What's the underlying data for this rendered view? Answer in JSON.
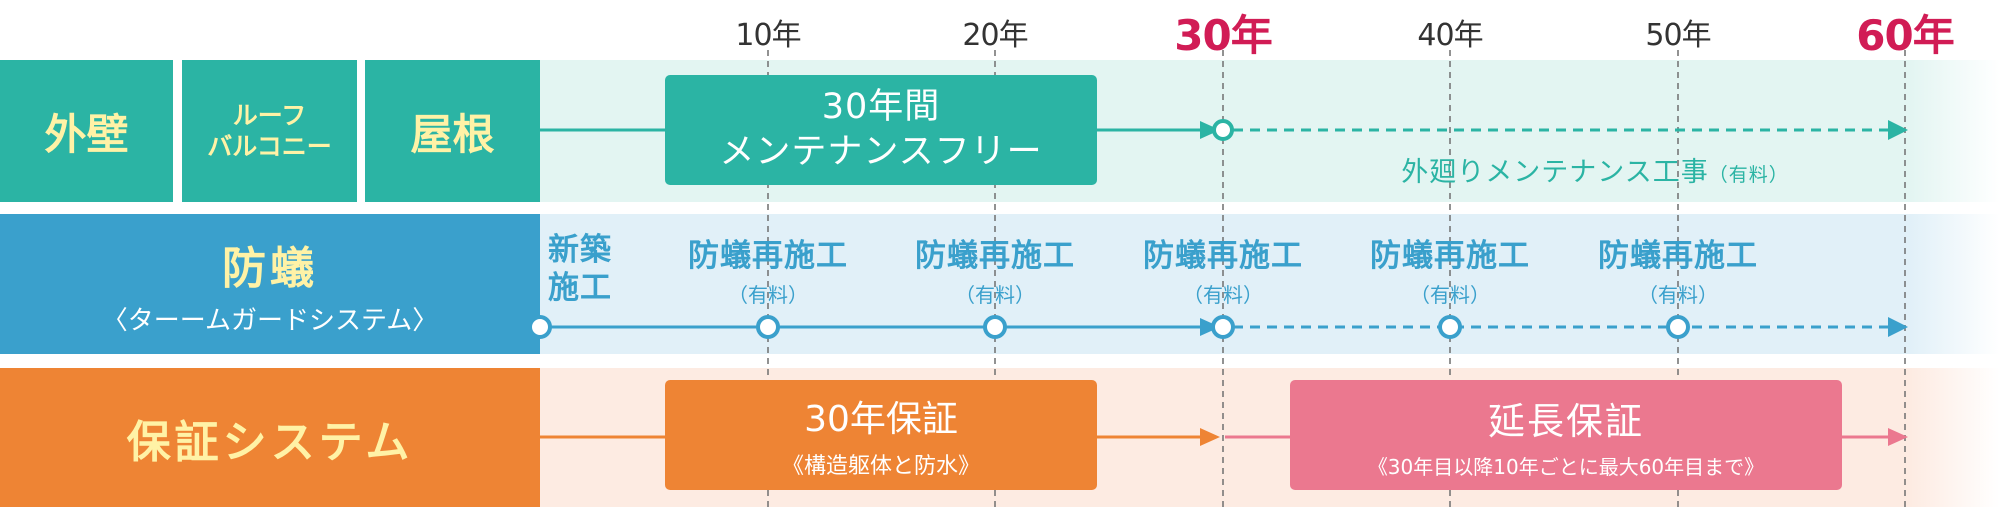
{
  "timeline": {
    "ticks": [
      "10年",
      "20年",
      "30年",
      "40年",
      "50年",
      "60年"
    ],
    "highlighted_ticks": [
      "30年",
      "60年"
    ],
    "highlight_color": "#d11c55"
  },
  "rows": {
    "exterior": {
      "cells": [
        "外壁",
        "ルーフ\nバルコニー",
        "屋根"
      ],
      "free_box": "30年間\nメンテナンスフリー",
      "note_main": "外廻りメンテナンス工事",
      "note_paren": "（有料）",
      "color": "#2bb4a4",
      "band_color": "#e3f5f2"
    },
    "termite": {
      "title": "防蟻",
      "subtitle": "〈ターームガードシステム〉",
      "initial": "新築\n施工",
      "treatment_title": "防蟻再施工",
      "treatment_sub": "（有料）",
      "color": "#3aa0cc",
      "band_color": "#e1f0f8"
    },
    "warranty": {
      "title": "保証システム",
      "box1_title": "30年保証",
      "box1_sub": "《構造躯体と防水》",
      "box2_title": "延長保証",
      "box2_sub": "《30年目以降10年ごとに最大60年目まで》",
      "color": "#ee8434",
      "box2_color": "#eb788f",
      "band_color": "#fdebe2"
    }
  }
}
